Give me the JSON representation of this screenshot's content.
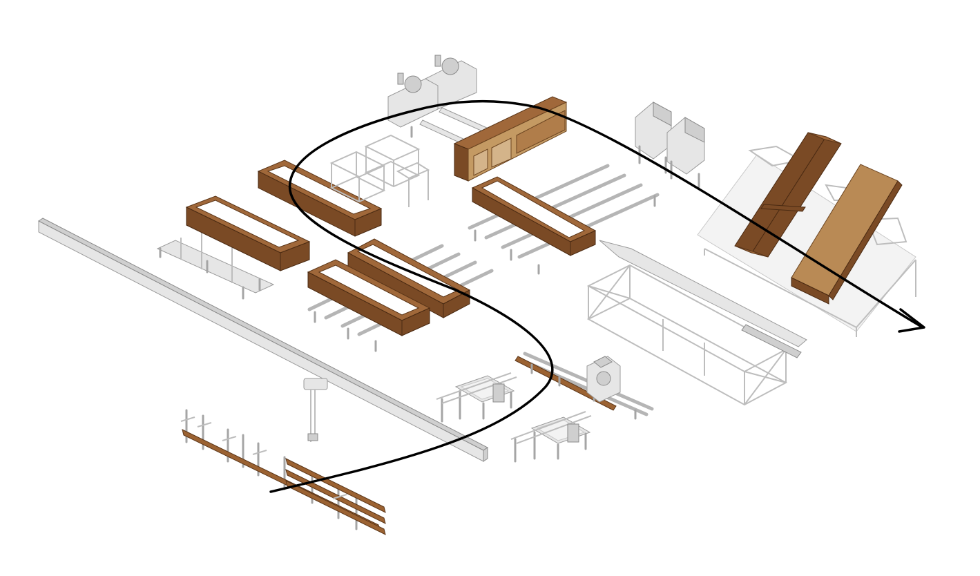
{
  "diagram": {
    "colors": {
      "background": "#ffffff",
      "steel": "#e6e6e6",
      "wood": "#a0683a",
      "wood_dark": "#7a4a25",
      "flow_arrow": "#000000"
    },
    "stations": [
      {
        "id": "overhead-crane",
        "icon": "crane-rail"
      },
      {
        "id": "timber-storage-rack",
        "icon": "cantilever-rack"
      },
      {
        "id": "saw-tables",
        "icon": "saw-table"
      },
      {
        "id": "cutting-line",
        "icon": "conveyor-saw"
      },
      {
        "id": "frame-assembly-tables",
        "icon": "frame-table"
      },
      {
        "id": "hydraulic-units",
        "icon": "hydraulic-pump"
      },
      {
        "id": "nailing-bridge",
        "icon": "bridge-frame"
      },
      {
        "id": "tilting-table",
        "icon": "tilt-table"
      },
      {
        "id": "control-cabinets",
        "icon": "machine-stand"
      }
    ],
    "flow": {
      "direction": "forward",
      "icon": "arrow-head"
    }
  }
}
